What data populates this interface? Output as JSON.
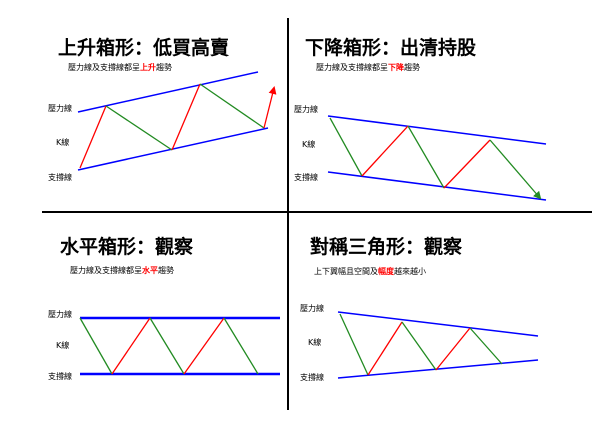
{
  "colors": {
    "boundary": "#0000ff",
    "rise": "#ff0000",
    "fall": "#228b22",
    "divider": "#000000",
    "highlight": "#ff0000"
  },
  "panels": [
    {
      "key": "rising",
      "title": "上升箱形：低買高賣",
      "sub_prefix": "壓力線及支撐線都呈",
      "sub_highlight": "上升",
      "sub_suffix": "趨勢",
      "labels": {
        "resistance": "壓力線",
        "kline": "K線",
        "support": "支撐線"
      }
    },
    {
      "key": "falling",
      "title": "下降箱形：出清持股",
      "sub_prefix": "壓力線及支撐線都呈",
      "sub_highlight": "下降",
      "sub_suffix": "趨勢",
      "labels": {
        "resistance": "壓力線",
        "kline": "K線",
        "support": "支撐線"
      }
    },
    {
      "key": "flat",
      "title": "水平箱形：觀察",
      "sub_prefix": "壓力線及支撐線都呈",
      "sub_highlight": "水平",
      "sub_suffix": "趨勢",
      "labels": {
        "resistance": "壓力線",
        "kline": "K線",
        "support": "支撐線"
      }
    },
    {
      "key": "triangle",
      "title": "對稱三角形：觀察",
      "sub_prefix": "上下翼幅且空間及",
      "sub_highlight": "幅度",
      "sub_suffix": "越來越小",
      "labels": {
        "resistance": "壓力線",
        "kline": "K線",
        "support": "支撐線"
      }
    }
  ]
}
